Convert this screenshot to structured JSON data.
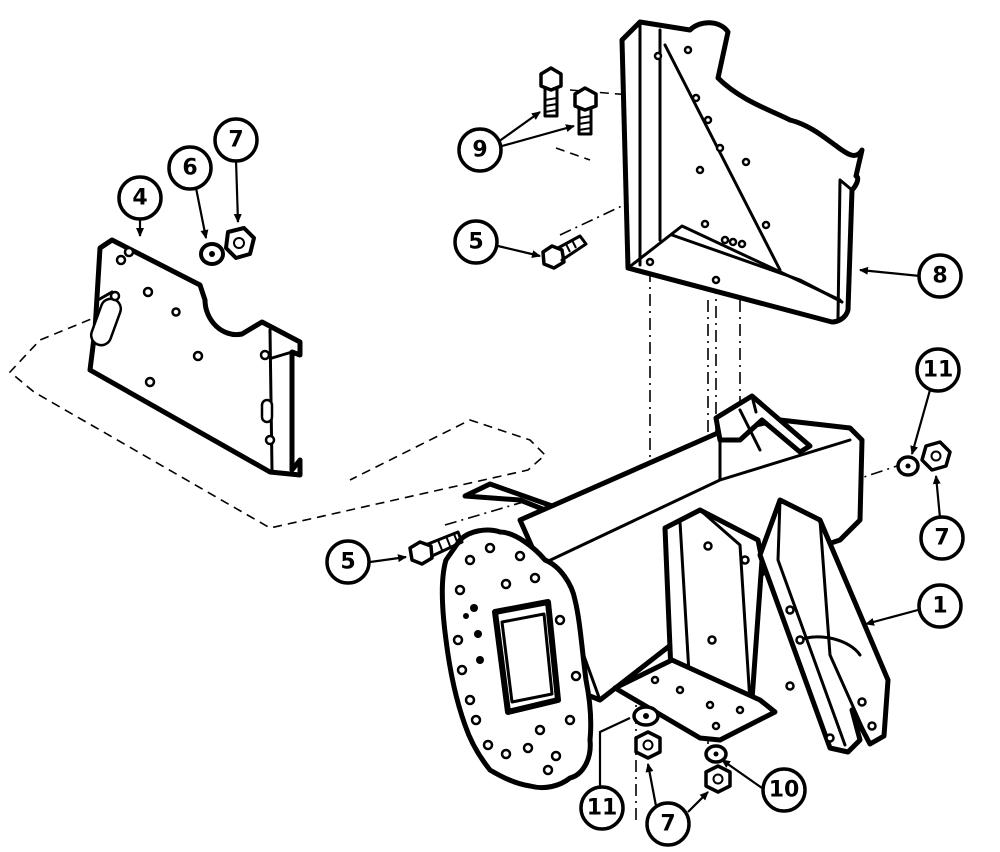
{
  "diagram": {
    "callouts": [
      {
        "id": "c4",
        "label": "4"
      },
      {
        "id": "c6",
        "label": "6"
      },
      {
        "id": "c7a",
        "label": "7"
      },
      {
        "id": "c9",
        "label": "9"
      },
      {
        "id": "c5a",
        "label": "5"
      },
      {
        "id": "c8",
        "label": "8"
      },
      {
        "id": "c11a",
        "label": "11"
      },
      {
        "id": "c7b",
        "label": "7"
      },
      {
        "id": "c5b",
        "label": "5"
      },
      {
        "id": "c1",
        "label": "1"
      },
      {
        "id": "c11b",
        "label": "11"
      },
      {
        "id": "c7c",
        "label": "7"
      },
      {
        "id": "c10",
        "label": "10"
      }
    ]
  }
}
